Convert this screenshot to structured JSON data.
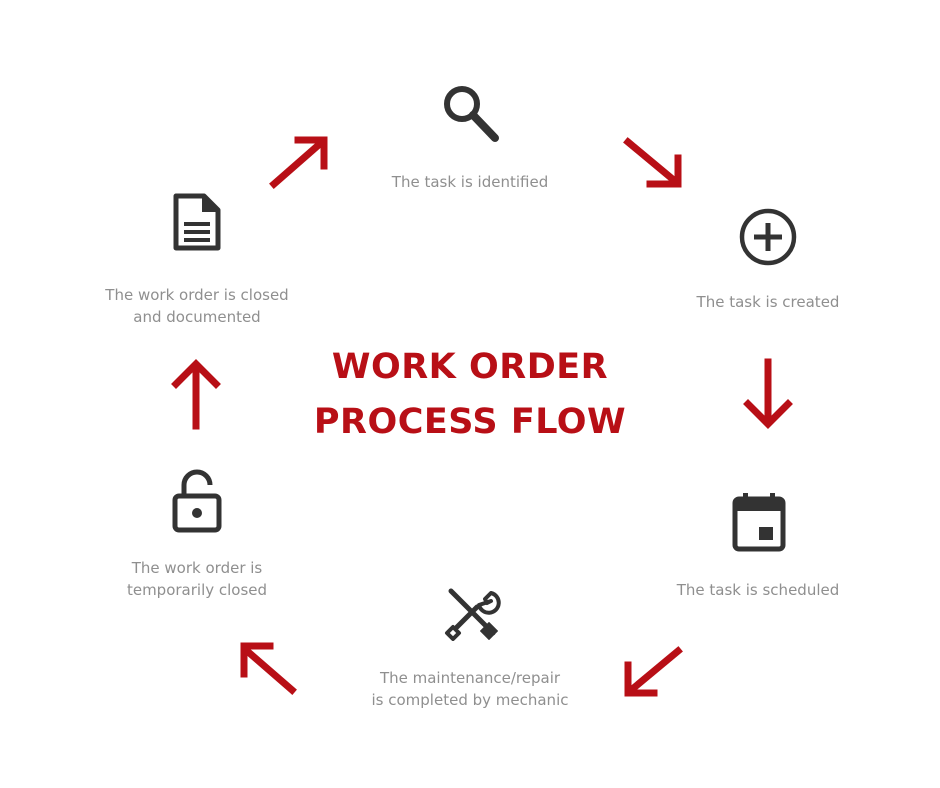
{
  "title": {
    "line1": "WORK ORDER",
    "line2": "PROCESS FLOW"
  },
  "colors": {
    "accent": "#b80f16",
    "icon": "#333333",
    "label": "#8f8f8f"
  },
  "steps": [
    {
      "icon": "search-icon",
      "lines": [
        "The task is identified"
      ]
    },
    {
      "icon": "plus-circle-icon",
      "lines": [
        "The task is created"
      ]
    },
    {
      "icon": "calendar-icon",
      "lines": [
        "The task is scheduled"
      ]
    },
    {
      "icon": "wrench-screwdriver-icon",
      "lines": [
        "The maintenance/repair",
        "is completed by mechanic"
      ]
    },
    {
      "icon": "unlocked-padlock-icon",
      "lines": [
        "The work order is",
        "temporarily closed"
      ]
    },
    {
      "icon": "document-icon",
      "lines": [
        "The work order is closed",
        "and documented"
      ]
    }
  ]
}
